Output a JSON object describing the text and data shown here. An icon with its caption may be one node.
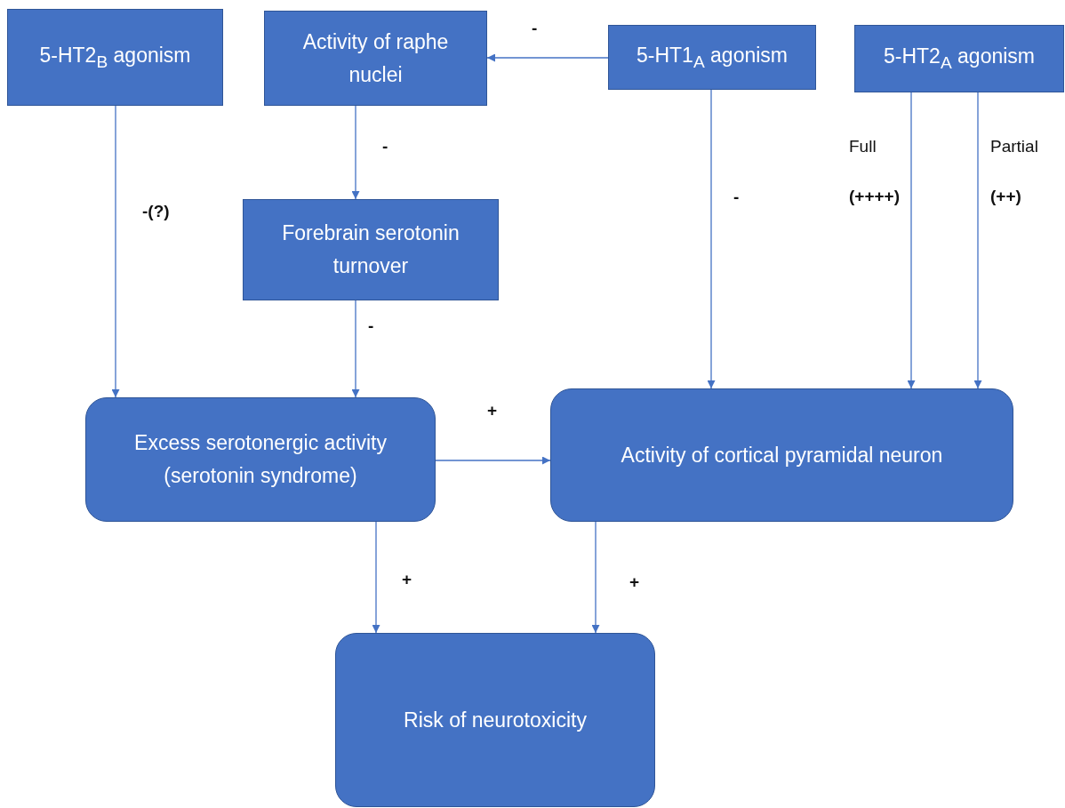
{
  "diagram": {
    "nodes": [
      {
        "text": [
          "5-HT2$_{B}$ agonism"
        ]
      },
      {
        "text": [
          "Activity of raphe nuclei"
        ]
      },
      {
        "text": [
          "5-HT1$_{A}$ agonism"
        ]
      },
      {
        "text": [
          "5-HT2$_{A}$ agonism"
        ]
      },
      {
        "text": [
          "Forebrain serotonin turnover"
        ]
      },
      {
        "text": [
          "Excess serotonergic activity (serotonin syndrome)"
        ]
      },
      {
        "text": [
          "Activity of cortical pyramidal neuron"
        ]
      },
      {
        "text": [
          "Risk of neurotoxicity"
        ]
      }
    ],
    "edges": [
      {
        "from": 2,
        "to": 1,
        "arrow": "to",
        "label": "-"
      },
      {
        "from": 1,
        "to": 4,
        "arrow": "to",
        "label": "-"
      },
      {
        "from": 0,
        "to": 5,
        "arrow": "to",
        "label": "-(?)"
      },
      {
        "from": 4,
        "to": 5,
        "arrow": "to",
        "label": "-"
      },
      {
        "from": 2,
        "to": 6,
        "arrow": "to",
        "label": "-"
      },
      {
        "from": 3,
        "to": 6,
        "arrow": "to",
        "label": "Full **(++++)**"
      },
      {
        "from": 3,
        "to": 6,
        "arrow": "to",
        "label": "Partial **(++)**"
      },
      {
        "from": 5,
        "to": 6,
        "arrow": "to",
        "label": "+"
      },
      {
        "from": 5,
        "to": 7,
        "arrow": "to",
        "label": "+"
      },
      {
        "from": 6,
        "to": 7,
        "arrow": "to",
        "label": "+"
      }
    ]
  }
}
